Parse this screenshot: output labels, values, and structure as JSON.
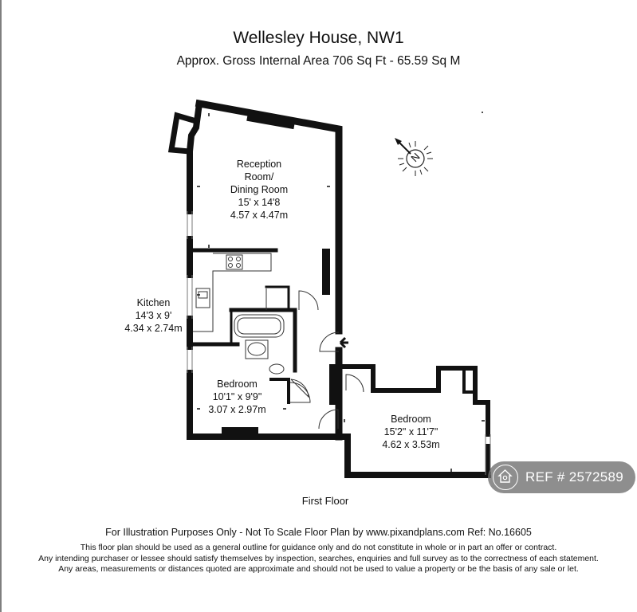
{
  "header": {
    "title": "Wellesley House, NW1",
    "subtitle": "Approx. Gross Internal Area   706 Sq Ft  -  65.59 Sq M"
  },
  "compass": {
    "label": "N",
    "icon": "compass-north-icon"
  },
  "rooms": {
    "reception": {
      "name1": "Reception",
      "name2": "Room/",
      "name3": "Dining Room",
      "imperial": "15' x 14'8",
      "metric": "4.57 x 4.47m"
    },
    "kitchen": {
      "name": "Kitchen",
      "imperial": "14'3 x 9'",
      "metric": "4.34 x 2.74m"
    },
    "bedroom1": {
      "name": "Bedroom",
      "imperial": "10'1\" x 9'9\"",
      "metric": "3.07 x 2.97m"
    },
    "bedroom2": {
      "name": "Bedroom",
      "imperial": "15'2\" x 11'7\"",
      "metric": "4.62 x 3.53m"
    }
  },
  "floor_label": "First Floor",
  "footer": {
    "line1": "For Illustration Purposes Only - Not To Scale   Floor Plan by www.pixandplans.com   Ref: No.16605",
    "line2": "This floor plan should be used as a general outline for guidance only and do not constitute in whole or in part an offer or contract.",
    "line3": "Any intending purchaser or lessee should satisfy themselves by inspection, searches, enquiries and full survey as to the correctness of each statement.",
    "line4": "Any areas, measurements or distances quoted are approximate and should not be used to value a property or be the basis of any sale or let."
  },
  "badge": {
    "text": "REF # 2572589",
    "icon": "home-icon"
  },
  "colors": {
    "wall": "#111111",
    "badge": "#6e6e6e"
  }
}
